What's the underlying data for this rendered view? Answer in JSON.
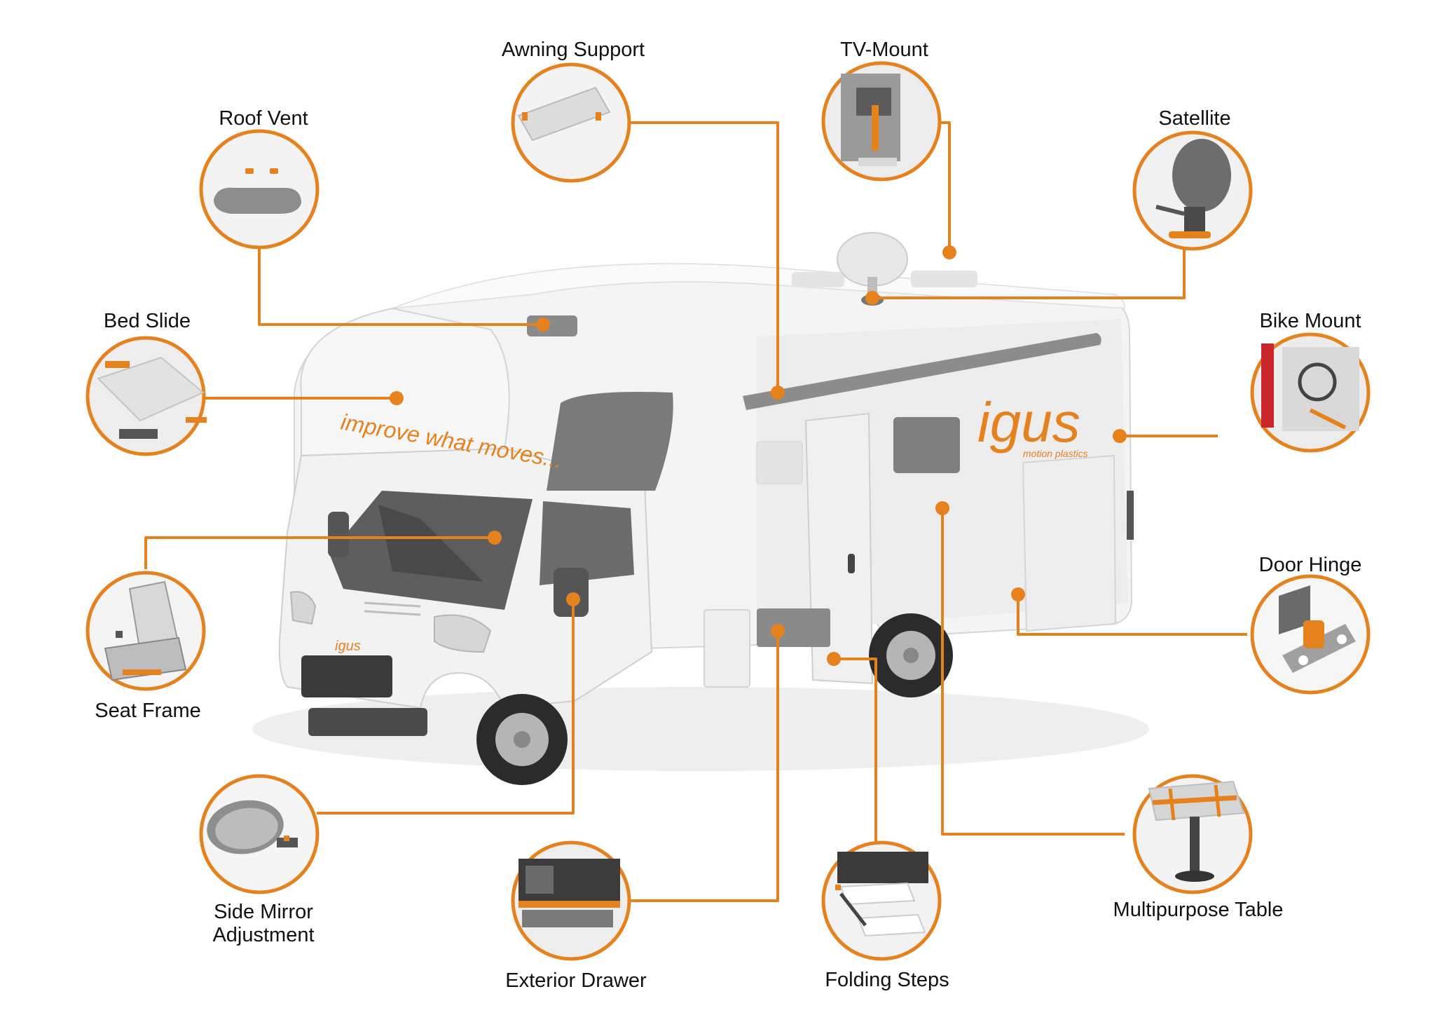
{
  "colors": {
    "accent": "#e6821e",
    "label": "#111111",
    "vehicle_body": "#f2f2f2",
    "vehicle_shadow": "#d9d9d9",
    "window": "#7a7a7a",
    "tire": "#2b2b2b"
  },
  "vehicle": {
    "slogan": "improve what moves...",
    "logo": "igus",
    "logo_tagline": "motion plastics",
    "grille_logo": "igus"
  },
  "components": [
    {
      "id": "roof-vent",
      "lines": [
        "Roof Vent"
      ],
      "icon": "roof-vent-icon"
    },
    {
      "id": "awning-support",
      "lines": [
        "Awning Support"
      ],
      "icon": "awning-support-icon"
    },
    {
      "id": "tv-mount",
      "lines": [
        "TV-Mount"
      ],
      "icon": "tv-mount-icon"
    },
    {
      "id": "satellite",
      "lines": [
        "Satellite"
      ],
      "icon": "satellite-dish-icon"
    },
    {
      "id": "bed-slide",
      "lines": [
        "Bed Slide"
      ],
      "icon": "bed-slide-icon"
    },
    {
      "id": "bike-mount",
      "lines": [
        "Bike Mount"
      ],
      "icon": "bike-mount-icon"
    },
    {
      "id": "door-hinge",
      "lines": [
        "Door Hinge"
      ],
      "icon": "door-hinge-icon"
    },
    {
      "id": "seat-frame",
      "lines": [
        "Seat Frame"
      ],
      "icon": "seat-frame-icon"
    },
    {
      "id": "side-mirror-adjustment",
      "lines": [
        "Side Mirror",
        "Adjustment"
      ],
      "icon": "side-mirror-icon"
    },
    {
      "id": "exterior-drawer",
      "lines": [
        "Exterior Drawer"
      ],
      "icon": "exterior-drawer-icon"
    },
    {
      "id": "folding-steps",
      "lines": [
        "Folding Steps"
      ],
      "icon": "folding-steps-icon"
    },
    {
      "id": "multipurpose-table",
      "lines": [
        "Multipurpose Table"
      ],
      "icon": "multipurpose-table-icon"
    }
  ]
}
